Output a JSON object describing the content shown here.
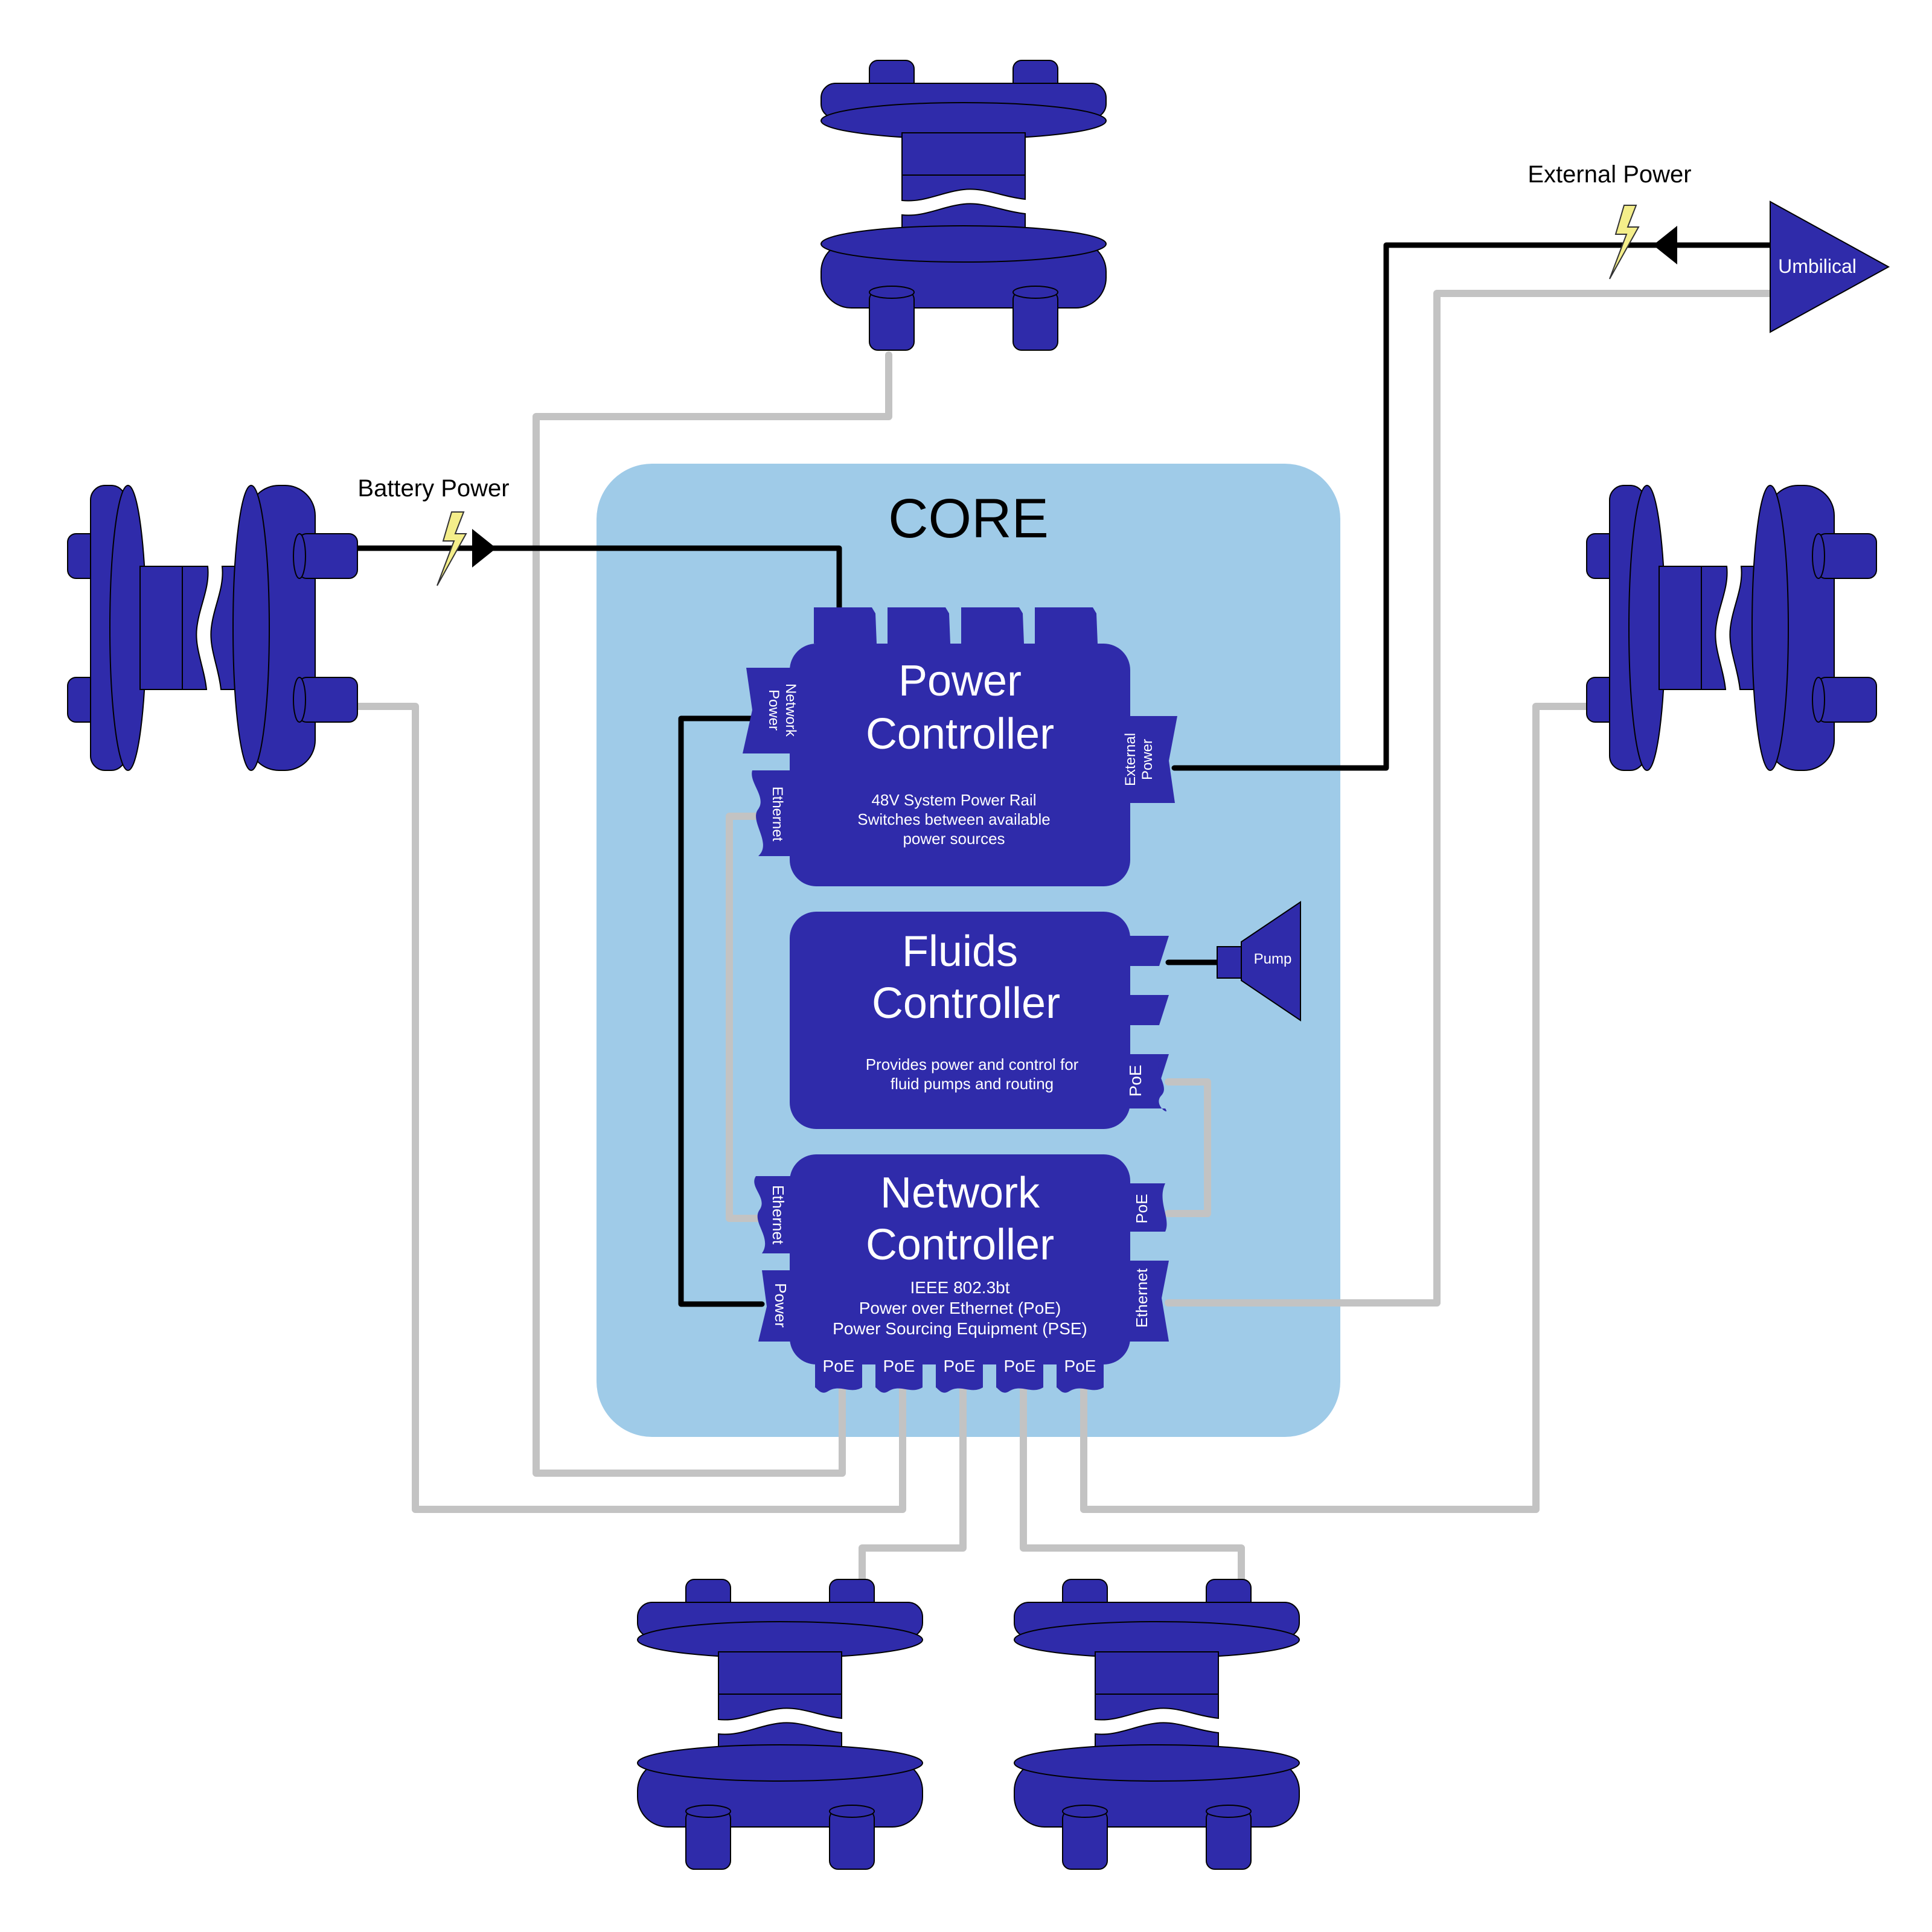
{
  "core": {
    "title": "CORE"
  },
  "power_controller": {
    "title_line1": "Power",
    "title_line2": "Controller",
    "desc_line1": "48V System Power Rail",
    "desc_line2": "Switches between available",
    "desc_line3": "power sources",
    "port_network_power_1": "Network",
    "port_network_power_2": "Power",
    "port_ethernet": "Ethernet",
    "port_external_power_1": "External",
    "port_external_power_2": "Power"
  },
  "fluids_controller": {
    "title_line1": "Fluids",
    "title_line2": "Controller",
    "desc_line1": "Provides power and control for",
    "desc_line2": "fluid pumps and routing",
    "port_poe": "PoE"
  },
  "network_controller": {
    "title_line1": "Network",
    "title_line2": "Controller",
    "desc_line1": "IEEE 802.3bt",
    "desc_line2": "Power over Ethernet (PoE)",
    "desc_line3": "Power Sourcing Equipment (PSE)",
    "port_ethernet_left": "Ethernet",
    "port_power": "Power",
    "port_poe_right": "PoE",
    "port_ethernet_right": "Ethernet",
    "bottom_ports": [
      "PoE",
      "PoE",
      "PoE",
      "PoE",
      "PoE"
    ]
  },
  "pump": {
    "label": "Pump"
  },
  "umbilical": {
    "label": "Umbilical"
  },
  "labels": {
    "battery_power": "Battery Power",
    "external_power": "External Power"
  },
  "colors": {
    "device_blue": "#2f2baa",
    "core_background": "#9fcbe8",
    "cable_gray": "#c3c3c3",
    "power_line": "#000000",
    "bolt_yellow": "#f4ee8a"
  }
}
